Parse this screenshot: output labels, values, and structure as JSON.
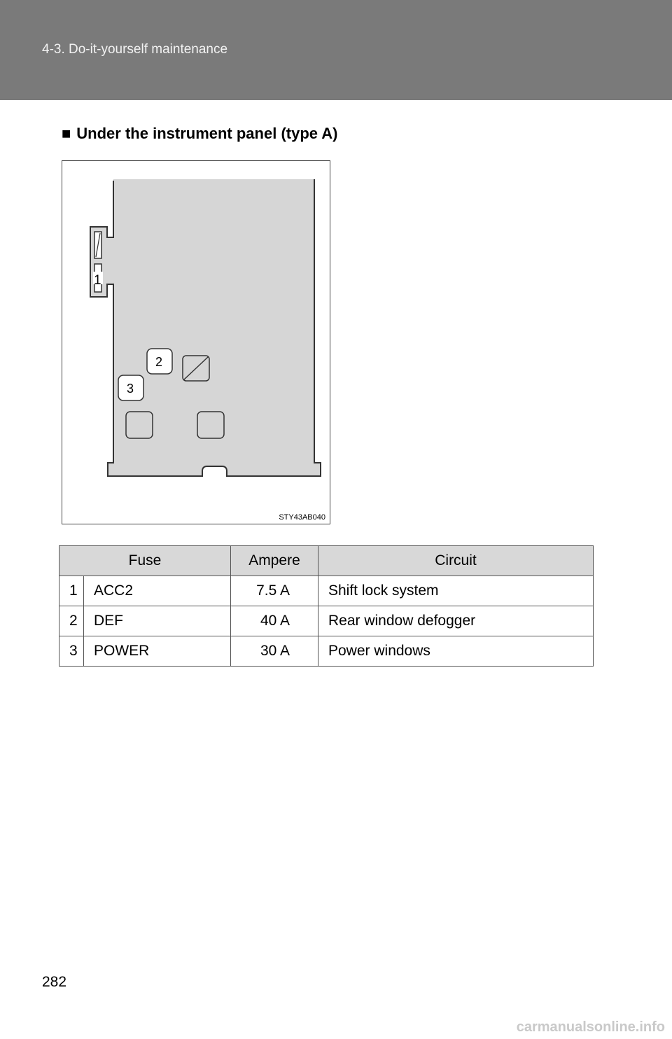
{
  "header": {
    "title": "4-3. Do-it-yourself maintenance"
  },
  "section": {
    "bullet": "■",
    "heading": "Under the instrument panel (type A)"
  },
  "figure": {
    "code": "STY43AB040",
    "labels": [
      "1",
      "2",
      "3"
    ]
  },
  "table": {
    "headers": [
      "Fuse",
      "Ampere",
      "Circuit"
    ],
    "rows": [
      {
        "num": "1",
        "fuse": "ACC2",
        "ampere": "7.5 A",
        "circuit": "Shift lock system"
      },
      {
        "num": "2",
        "fuse": "DEF",
        "ampere": "40 A",
        "circuit": "Rear window defogger"
      },
      {
        "num": "3",
        "fuse": "POWER",
        "ampere": "30 A",
        "circuit": "Power windows"
      }
    ]
  },
  "page_number": "282",
  "watermark": "carmanualsonline.info"
}
